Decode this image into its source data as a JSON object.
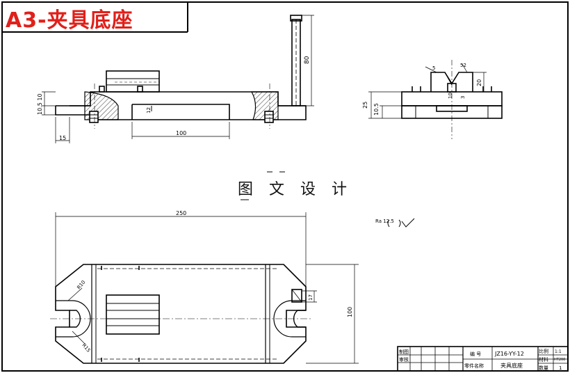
{
  "sheet": {
    "title": "A3-夹具底座",
    "center_label": "图 文 设 计",
    "roughness_note": "Ra 12.5"
  },
  "front_view": {
    "dims": {
      "height_80": "80",
      "stack_left": "10.5 10",
      "width_100": "100",
      "width_15": "15",
      "gap_12": "12"
    }
  },
  "side_view": {
    "dims": {
      "h25": "25",
      "h10_5": "10.5",
      "h20": "20",
      "d10": "10",
      "d3": "3",
      "a1": "5",
      "a2": "52"
    }
  },
  "top_view": {
    "dims": {
      "width_250": "250",
      "height_100": "100",
      "r10": "R10",
      "r15": "R15",
      "d17": "17"
    }
  },
  "title_block": {
    "rows": [
      {
        "label": "制图"
      },
      {
        "label": "审核"
      }
    ],
    "code_label": "编 号",
    "code_value": "JZ16-YY-12",
    "part_label": "零件名称",
    "part_value": "夹具底座",
    "scale_label": "比例",
    "scale_value": "1:1",
    "material_label": "材料",
    "material_value": "HT200",
    "qty_label": "数量",
    "qty_value": "1"
  }
}
